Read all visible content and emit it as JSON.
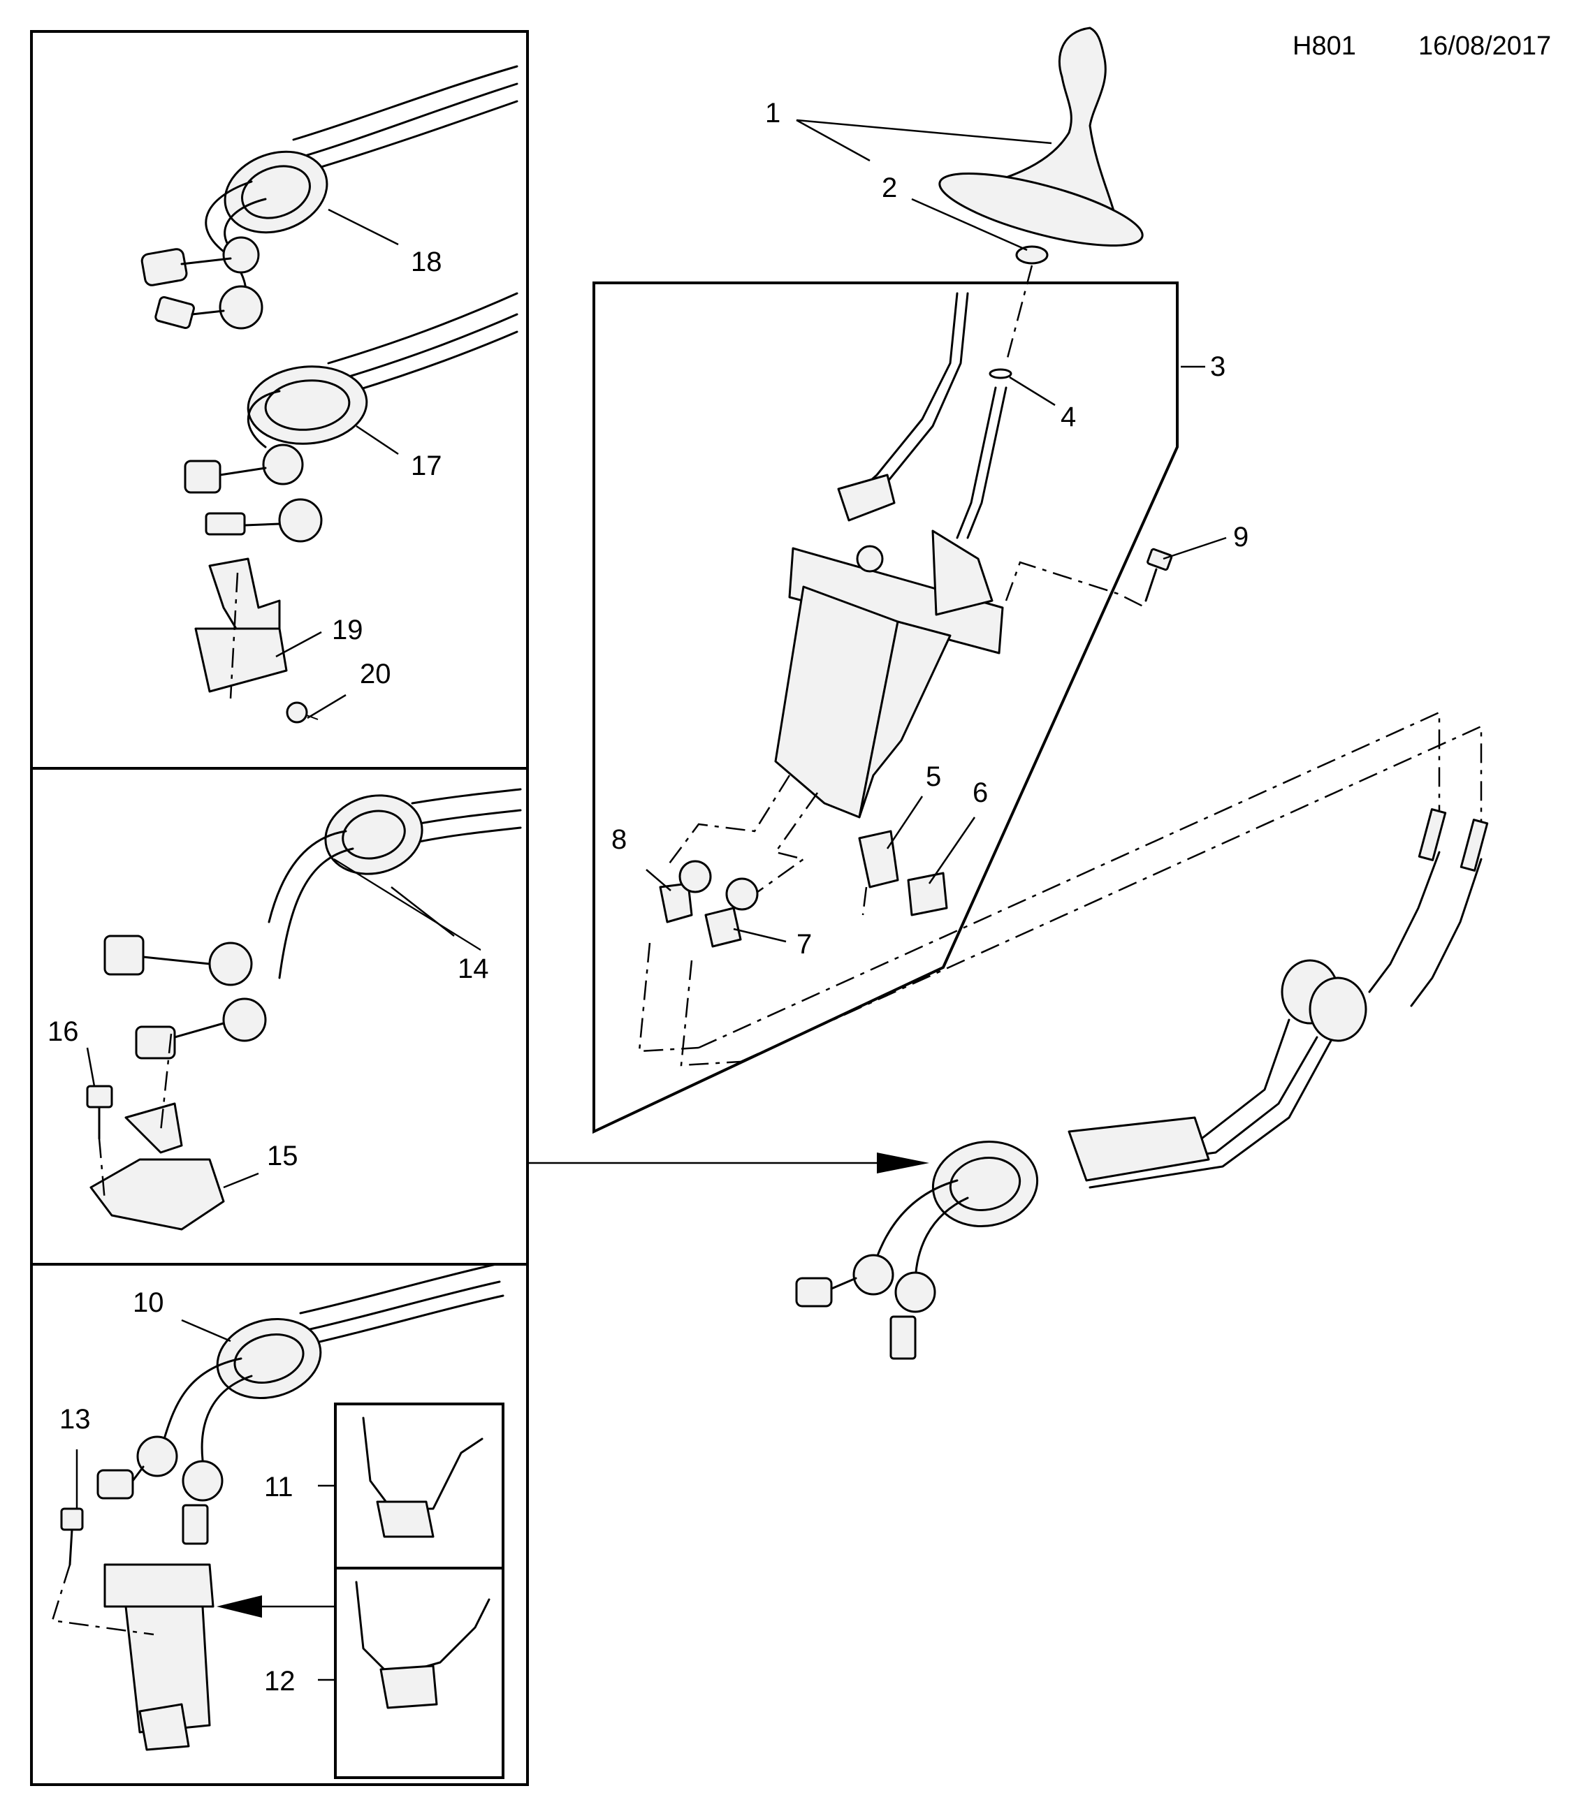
{
  "header": {
    "code": "H801",
    "date": "16/08/2017"
  },
  "callouts": [
    "1",
    "2",
    "3",
    "4",
    "5",
    "6",
    "7",
    "8",
    "9",
    "10",
    "11",
    "12",
    "13",
    "14",
    "15",
    "16",
    "17",
    "18",
    "19",
    "20"
  ],
  "icons": {
    "arrow": "filled-triangle-arrow",
    "detail_arrow": "filled-triangle-arrow"
  }
}
